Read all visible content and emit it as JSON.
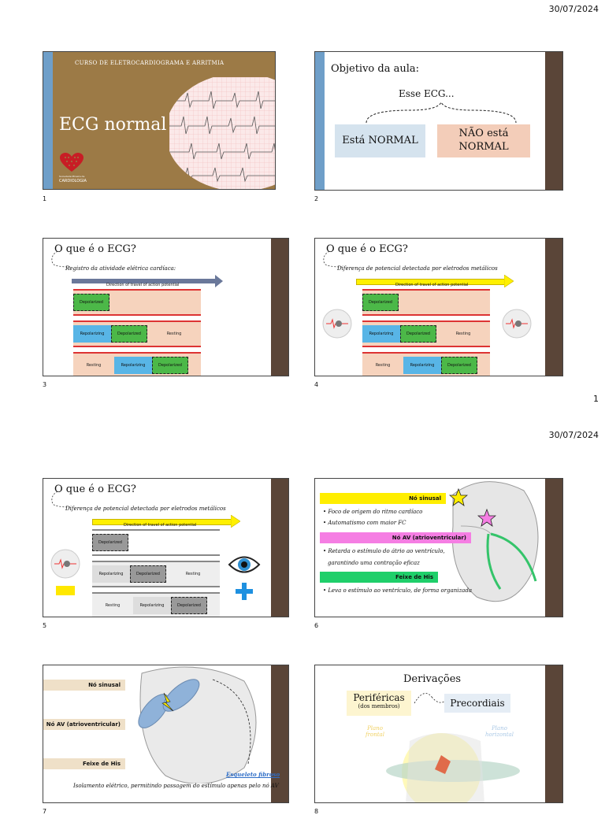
{
  "pages": [
    {
      "date": "30/07/2024",
      "number": "1"
    },
    {
      "date": "30/07/2024"
    }
  ],
  "slide1": {
    "num": "1",
    "course": "CURSO DE ELETROCARDIOGRAMA E ARRITMIA",
    "title": "ECG normal",
    "logo_text": "Sociedade Mineira de",
    "logo_brand": "CARDIOLOGIA"
  },
  "slide2": {
    "num": "2",
    "title": "Objetivo da aula:",
    "question": "Esse ECG...",
    "opt_normal": "Está NORMAL",
    "opt_not": "NÃO está NORMAL"
  },
  "slide3": {
    "num": "3",
    "title": "O que é o ECG?",
    "subtitle": "Registro da atividade elétrica cardíaca:",
    "arrow": "Direction of travel of action potential"
  },
  "slide4": {
    "num": "4",
    "title": "O que é o ECG?",
    "subtitle": "Diferença de potencial detectada por eletrodos metálicos",
    "arrow": "Direction of travel of action potential"
  },
  "slide5": {
    "num": "5",
    "title": "O que é o ECG?",
    "subtitle": "Diferença de potencial detectada por eletrodos metálicos",
    "arrow": "Direction of travel of action potential"
  },
  "strips": {
    "depolarized": "Depolarized",
    "repolarizing": "Repolarizing",
    "resting": "Resting"
  },
  "slide6": {
    "num": "6",
    "sa": "Nó sinusal",
    "b1": "• Foco de origem do ritmo cardíaco",
    "b2": "• Automatismo com maior FC",
    "av": "Nó AV (atrioventricular)",
    "b3": "• Retarda o estímulo do átrio ao ventrículo,",
    "b4": "garantindo uma contração eficaz",
    "his": "Feixe de His",
    "b5": "• Leva o estímulo ao ventrículo, de forma organizada"
  },
  "slide7": {
    "num": "7",
    "sa": "Nó sinusal",
    "av": "Nó AV (atrioventricular)",
    "his": "Feixe de His",
    "skeleton": "Esqueleto fibroso",
    "caption": "Isolamento elétrico, permitindo passagem do estímulo apenas pelo nó AV"
  },
  "slide8": {
    "num": "8",
    "title": "Derivações",
    "periph": "Periféricas",
    "periph_sub": "(dos membros)",
    "precord": "Precordiais",
    "frontal": "Plano frontal",
    "horizontal": "Plano horizontal"
  },
  "colors": {
    "accent_blue": "#6f9fc9",
    "brown": "#5a4538",
    "yellow": "#ffee00",
    "pink": "#f57ee3",
    "green": "#1fcf6a",
    "beige": "#efe0c8"
  }
}
